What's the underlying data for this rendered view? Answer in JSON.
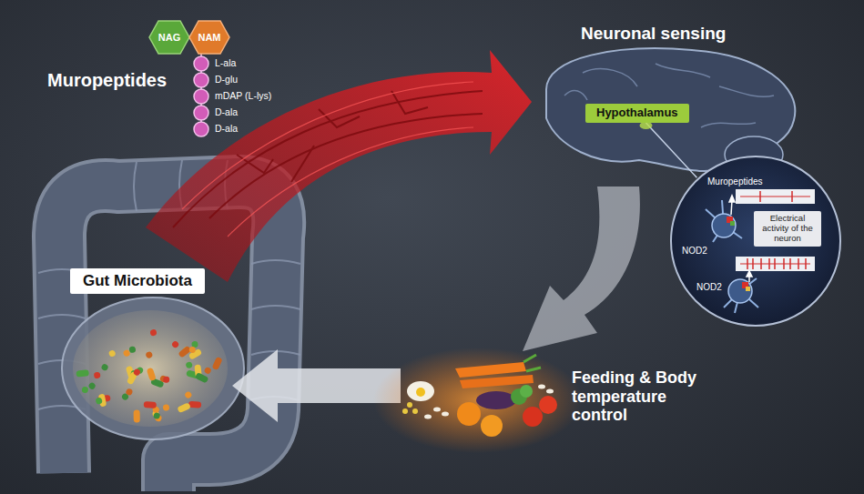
{
  "diagram": {
    "nodes": [
      {
        "text": [
          "NAG"
        ]
      },
      {
        "text": [
          "NAM"
        ]
      },
      {
        "text": [
          "Hypothalamus"
        ]
      },
      {
        "text": [
          "Muropeptides",
          "NOD2",
          "NOD2"
        ]
      },
      {
        "text": [
          "Electrical activity of the neuron"
        ],
        "in": 3
      },
      {
        "text": [
          "Gut Microbiota"
        ]
      }
    ],
    "edges": [
      {
        "from": 2,
        "to": 3,
        "arrow": "none"
      }
    ],
    "labels": [
      "Muropeptides",
      "L-ala",
      "D-glu",
      "mDAP (L-lys)",
      "D-ala",
      "D-ala",
      "Neuronal sensing",
      "Feeding & Body temperature control"
    ]
  }
}
